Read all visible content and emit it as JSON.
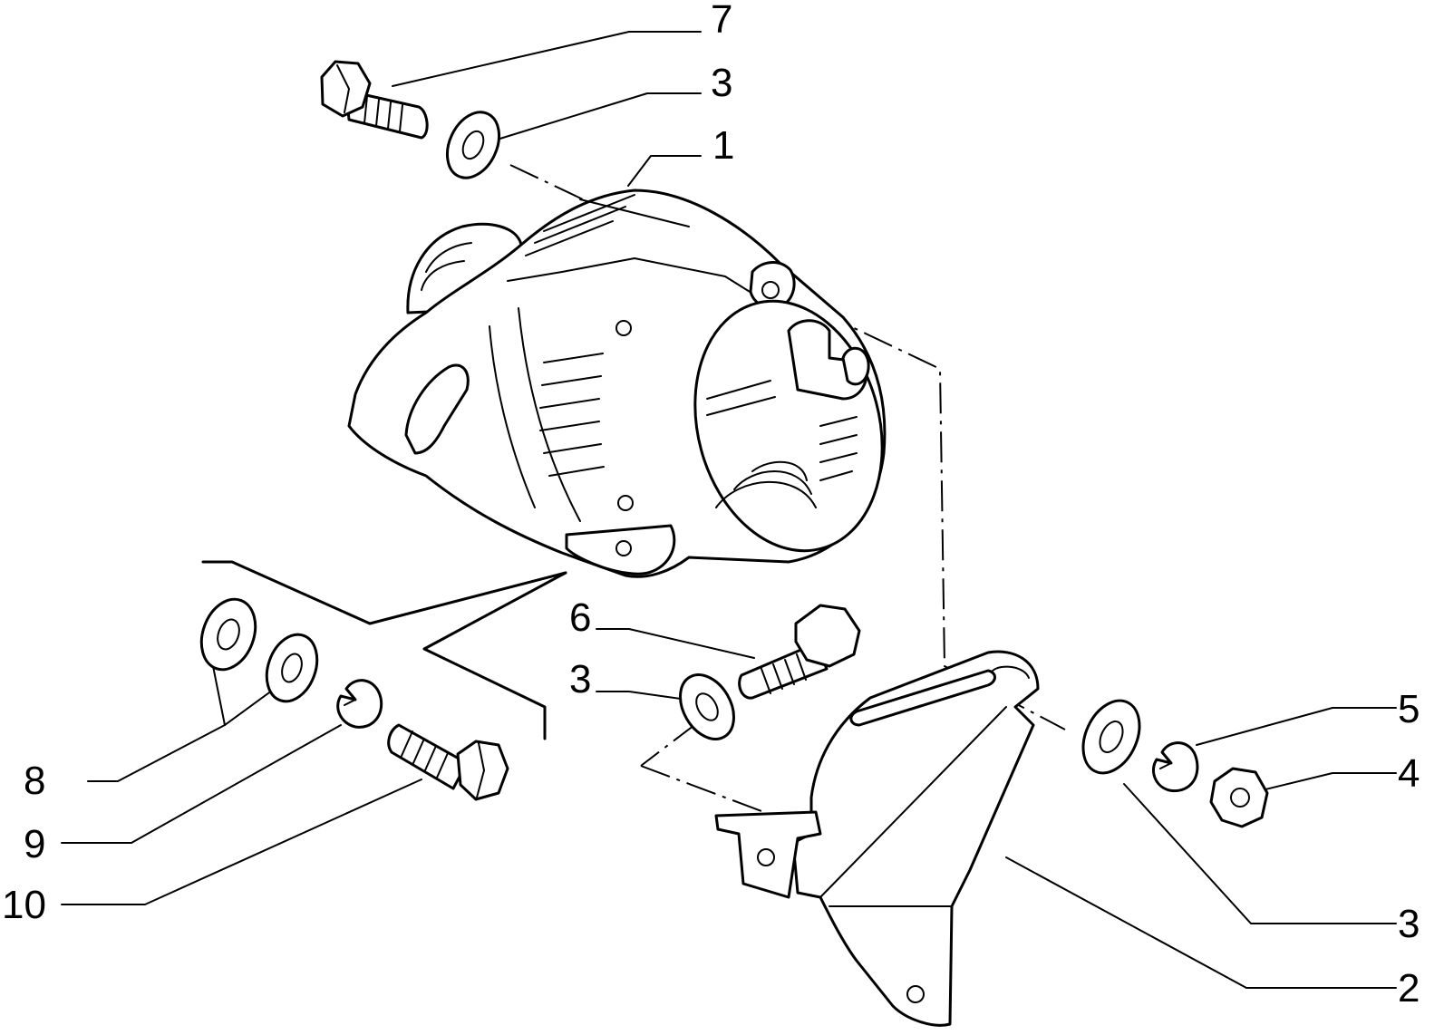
{
  "callouts": [
    {
      "id": "c7",
      "label": "7"
    },
    {
      "id": "c3a",
      "label": "3"
    },
    {
      "id": "c1",
      "label": "1"
    },
    {
      "id": "c6",
      "label": "6"
    },
    {
      "id": "c3b",
      "label": "3"
    },
    {
      "id": "c5",
      "label": "5"
    },
    {
      "id": "c4",
      "label": "4"
    },
    {
      "id": "c8",
      "label": "8"
    },
    {
      "id": "c9",
      "label": "9"
    },
    {
      "id": "c10",
      "label": "10"
    },
    {
      "id": "c3c",
      "label": "3"
    },
    {
      "id": "c2",
      "label": "2"
    }
  ],
  "icons": {
    "alternator": "alternator-icon",
    "bracket": "mounting-bracket-icon",
    "bolt": "bolt-icon",
    "washer": "washer-icon",
    "spring_washer": "spring-washer-icon",
    "nut": "hex-nut-icon"
  }
}
